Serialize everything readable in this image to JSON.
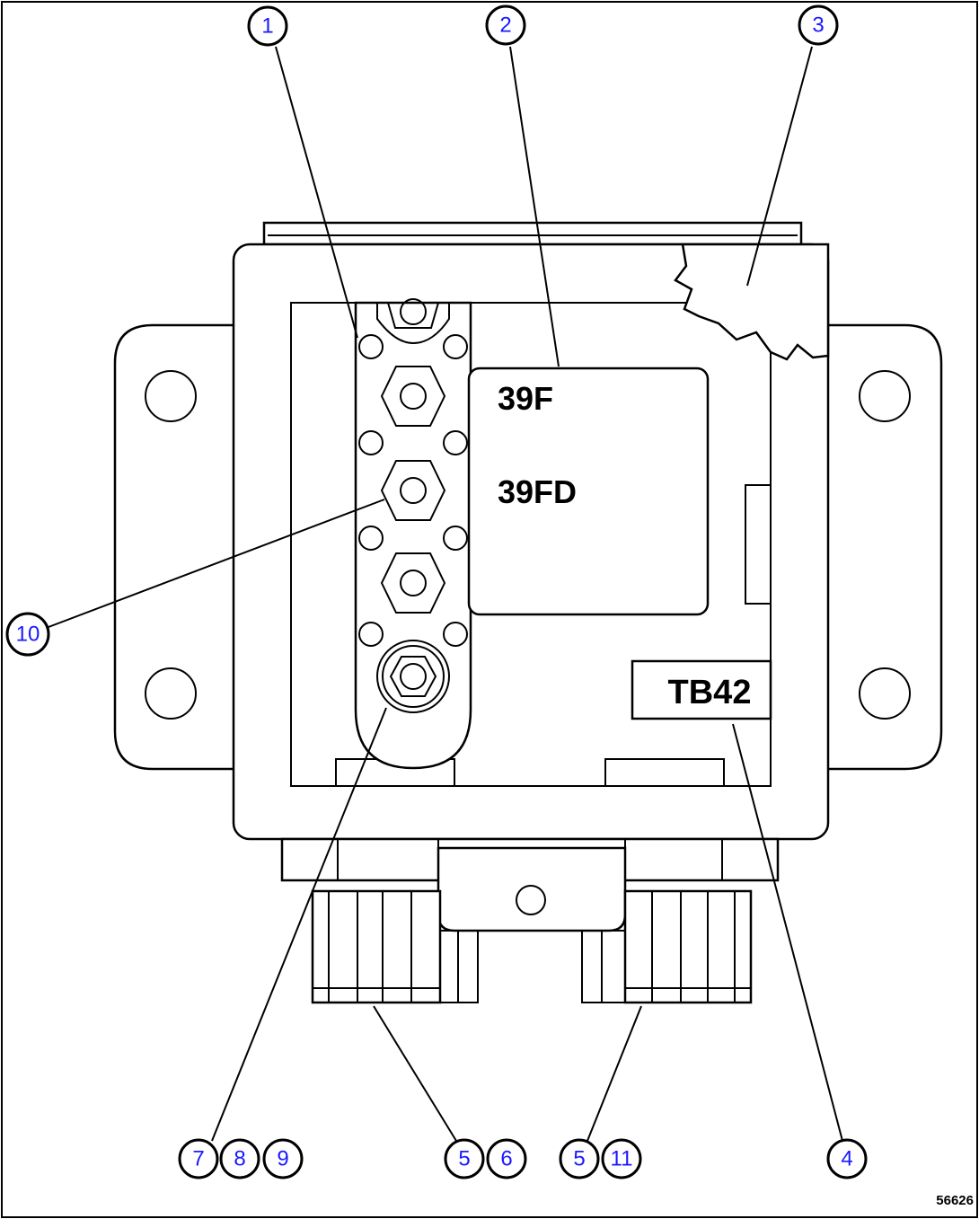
{
  "diagram": {
    "labels": {
      "wire_1": "39F",
      "wire_2": "39FD",
      "block": "TB42"
    },
    "figure_id": "56626",
    "callouts": [
      "1",
      "2",
      "3",
      "10",
      "7",
      "8",
      "9",
      "5",
      "6",
      "5",
      "11",
      "4"
    ]
  }
}
